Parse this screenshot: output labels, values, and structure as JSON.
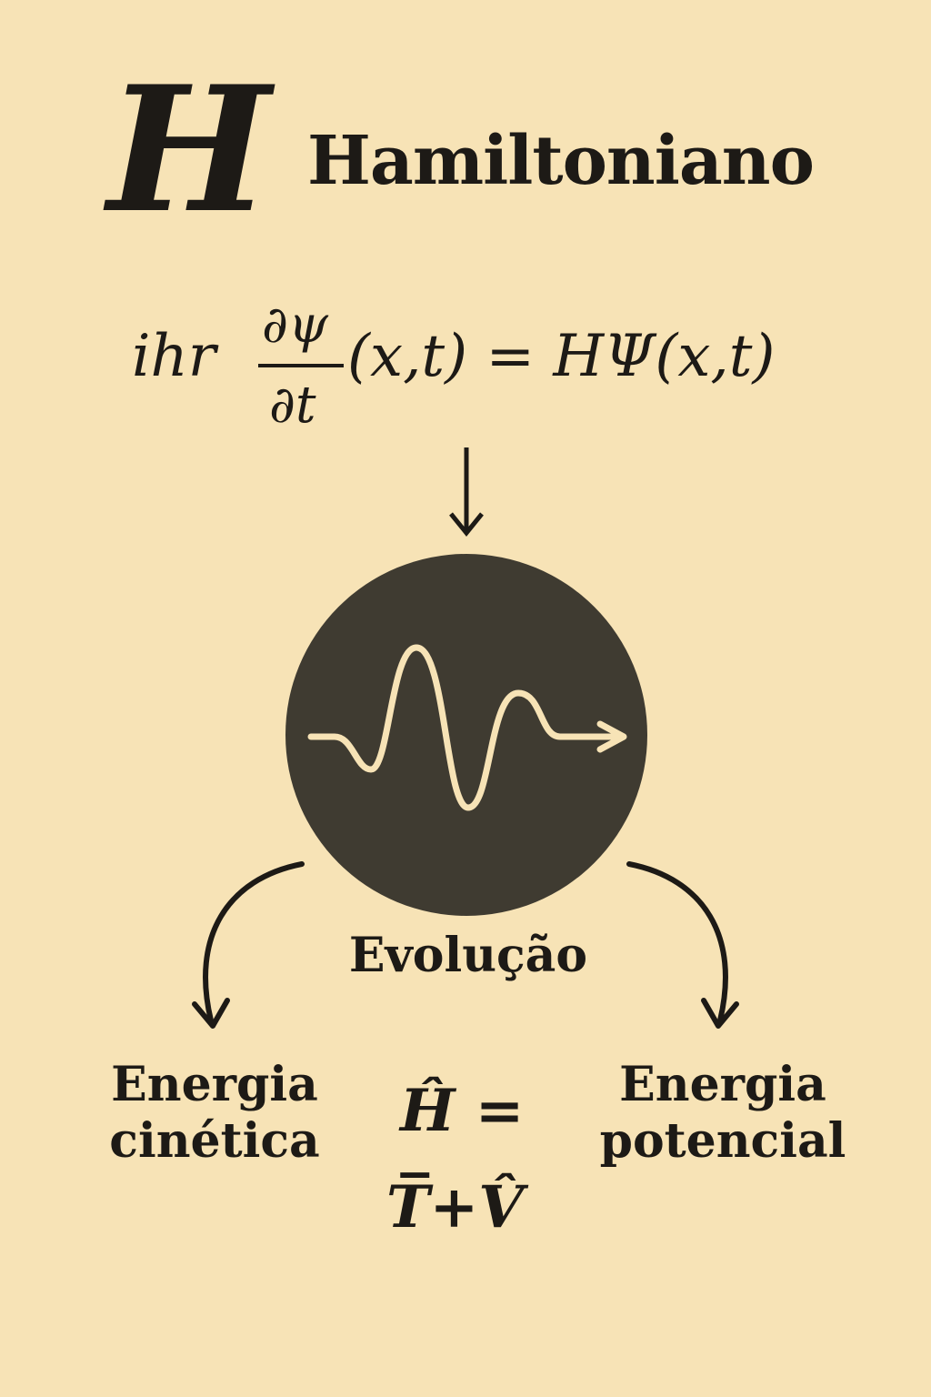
{
  "title": {
    "symbol": "H",
    "text": "Hamiltoniano"
  },
  "equation": {
    "prefix": "ihr",
    "frac_numerator": "∂ψ",
    "frac_denominator": "∂t",
    "rest": "(x,t) = HΨ(x,t)"
  },
  "center": {
    "label": "Evolução"
  },
  "branches": {
    "left_line1": "Energia",
    "left_line2": "cinética",
    "right_line1": "Energia",
    "right_line2": "potencial"
  },
  "operator": {
    "line1": "Ĥ =",
    "line2": "T̅+V̂"
  },
  "colors": {
    "background": "#f7e3b6",
    "ink": "#1d1a16",
    "circle": "#3f3b31",
    "wave": "#f7e3b6"
  }
}
